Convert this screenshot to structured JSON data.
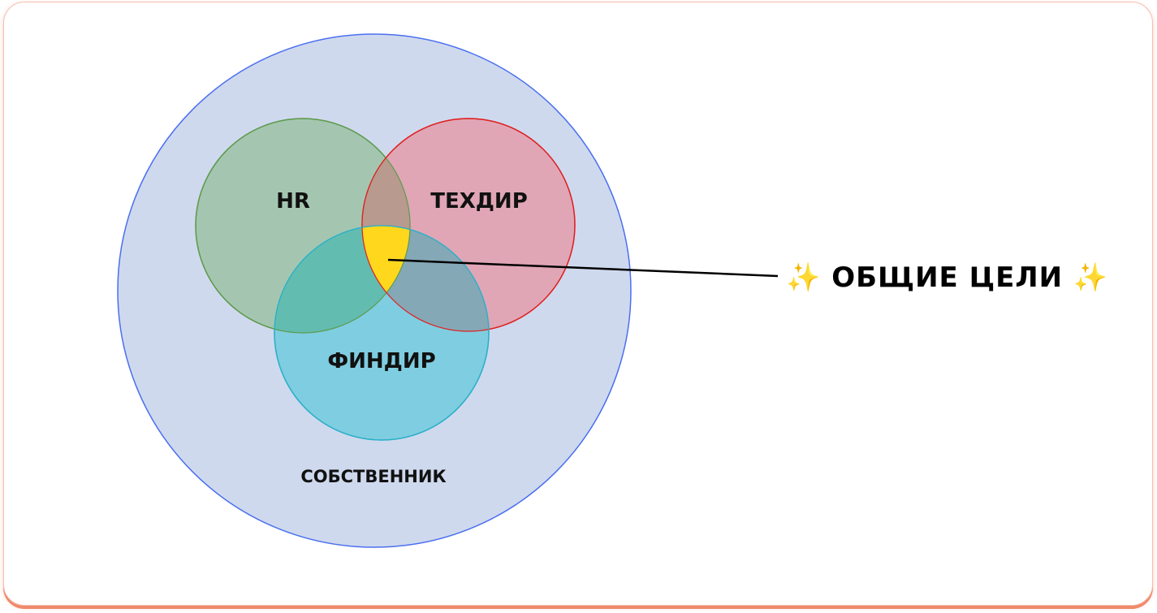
{
  "diagram": {
    "outer": {
      "label": "СОБСТВЕННИК",
      "color": "#cfd9ee",
      "stroke": "#4a6ff0"
    },
    "sets": [
      {
        "label": "HR",
        "color": "#a4c6b0",
        "stroke": "#5e9a4e"
      },
      {
        "label": "ТЕХДИР",
        "color": "#e0a6b6",
        "stroke": "#e02020"
      },
      {
        "label": "ФИНДИР",
        "color": "#7fcde0",
        "stroke": "#2ab0c8"
      }
    ],
    "intersection": {
      "label": "ОБЩИЕ ЦЕЛИ",
      "color": "#ffd81e",
      "icon": "sparkles-icon"
    }
  }
}
